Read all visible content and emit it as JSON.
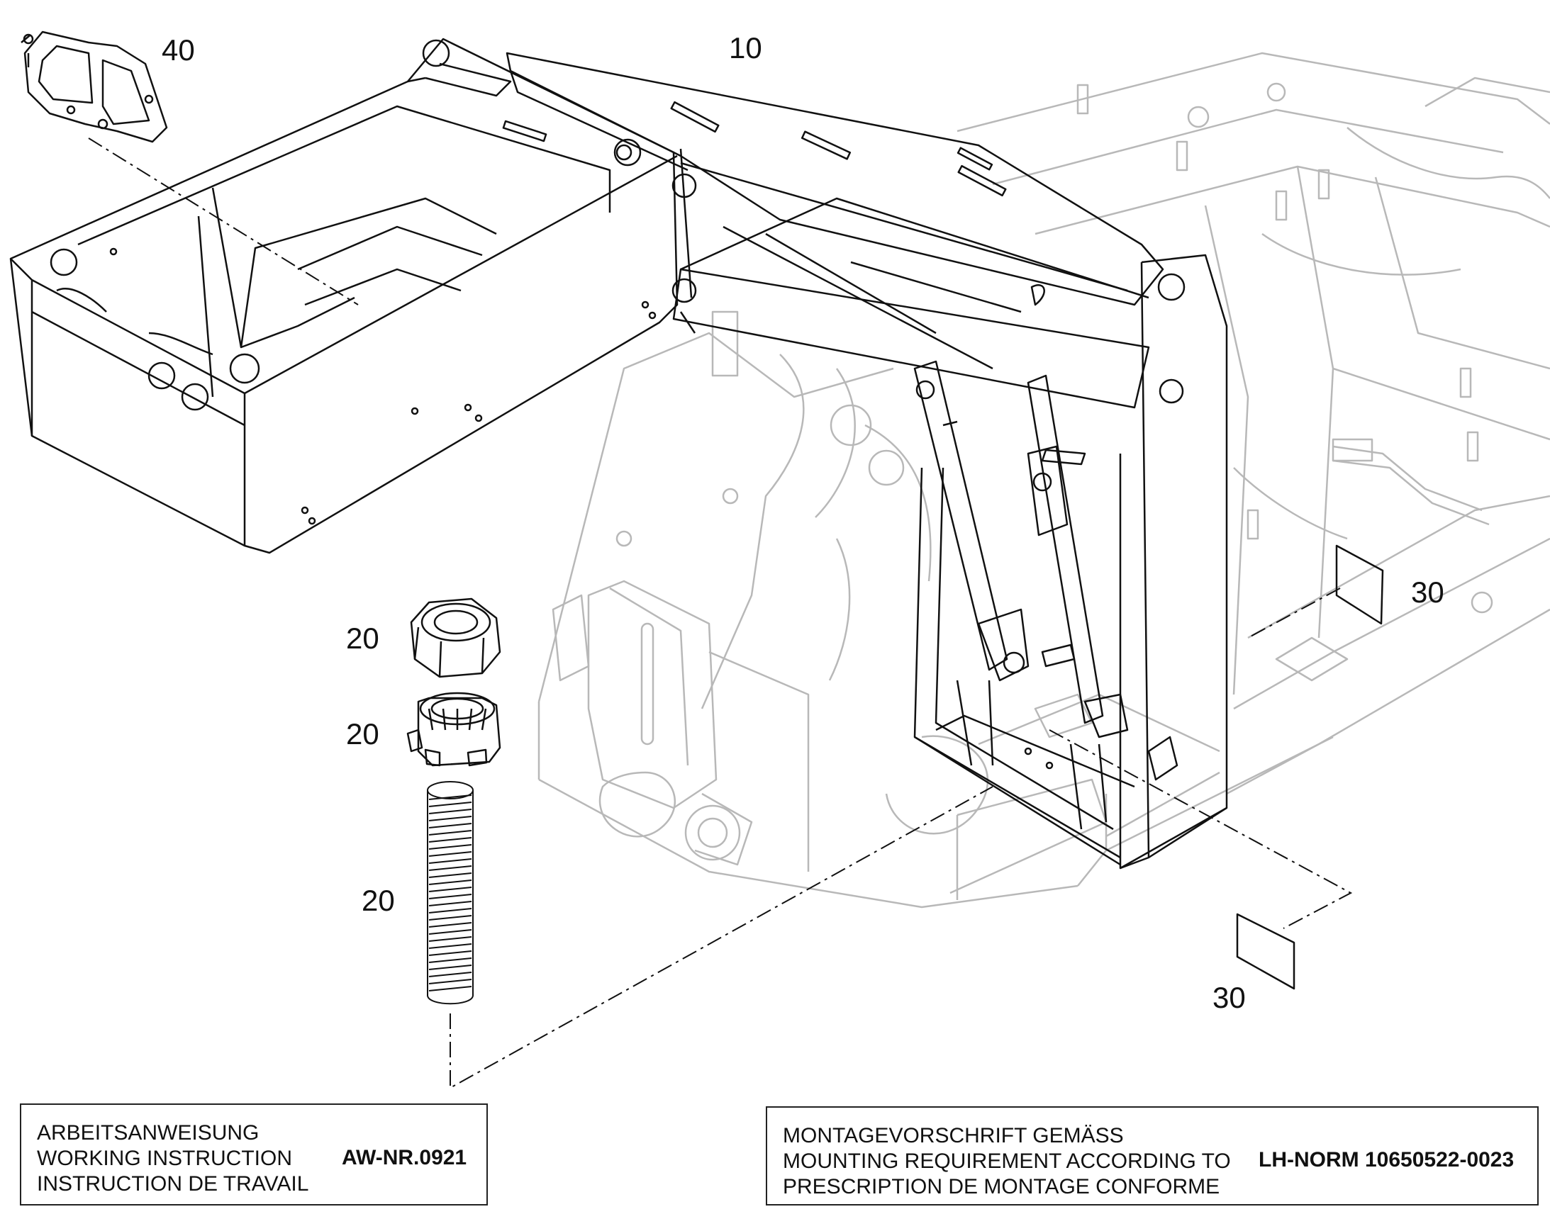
{
  "callouts": {
    "c10": "10",
    "c20a": "20",
    "c20b": "20",
    "c20c": "20",
    "c30a": "30",
    "c30b": "30",
    "c40": "40"
  },
  "left_note": {
    "line1": "ARBEITSANWEISUNG",
    "line2": "WORKING INSTRUCTION",
    "line3": "INSTRUCTION DE TRAVAIL",
    "ref": "AW-NR.0921"
  },
  "right_note": {
    "line1": "MONTAGEVORSCHRIFT GEMÄSS",
    "line2": "MOUNTING REQUIREMENT ACCORDING TO",
    "line3": "PRESCRIPTION DE MONTAGE CONFORME",
    "ref": "LH-NORM 10650522-0023"
  },
  "colors": {
    "line": "#111111",
    "ghost": "#b8b8b8",
    "background": "#ffffff"
  }
}
